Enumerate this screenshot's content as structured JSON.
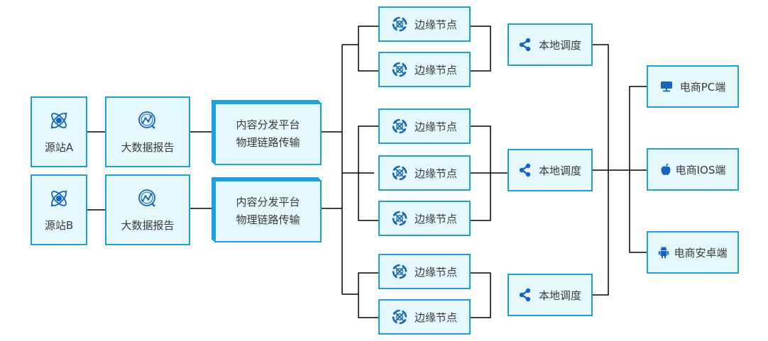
{
  "diagram": {
    "accent_color": "#1ea0d8",
    "icon_color": "#1565c0",
    "node_fill": "#e4f8fd",
    "sources": [
      {
        "label": "源站A",
        "icon": "atom-icon"
      },
      {
        "label": "源站B",
        "icon": "atom-icon"
      }
    ],
    "reports": [
      {
        "label": "大数据报告",
        "icon": "analytics-search-icon"
      },
      {
        "label": "大数据报告",
        "icon": "analytics-search-icon"
      }
    ],
    "cdn": [
      {
        "line1": "内容分发平台",
        "line2": "物理链路传输"
      },
      {
        "line1": "内容分发平台",
        "line2": "物理链路传输"
      }
    ],
    "edge_nodes": [
      {
        "label": "边缘节点",
        "icon": "lifebuoy-icon"
      },
      {
        "label": "边缘节点",
        "icon": "lifebuoy-icon"
      },
      {
        "label": "边缘节点",
        "icon": "lifebuoy-icon"
      },
      {
        "label": "边缘节点",
        "icon": "lifebuoy-icon"
      },
      {
        "label": "边缘节点",
        "icon": "lifebuoy-icon"
      },
      {
        "label": "边缘节点",
        "icon": "lifebuoy-icon"
      },
      {
        "label": "边缘节点",
        "icon": "lifebuoy-icon"
      }
    ],
    "dispatch": [
      {
        "label": "本地调度",
        "icon": "share-icon"
      },
      {
        "label": "本地调度",
        "icon": "share-icon"
      },
      {
        "label": "本地调度",
        "icon": "share-icon"
      }
    ],
    "clients": [
      {
        "label": "电商PC端",
        "icon": "monitor-icon"
      },
      {
        "label": "电商IOS端",
        "icon": "apple-icon"
      },
      {
        "label": "电商安卓端",
        "icon": "android-icon"
      }
    ]
  }
}
